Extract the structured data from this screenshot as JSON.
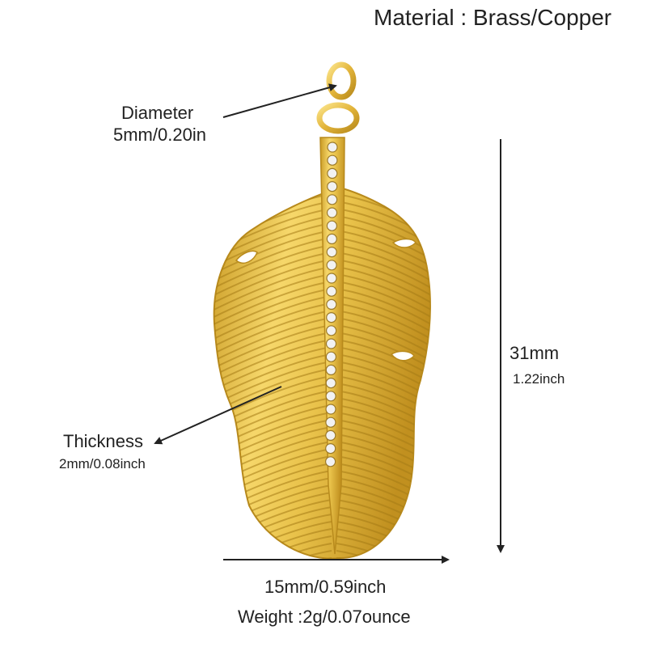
{
  "material": "Material : Brass/Copper",
  "diameter": {
    "title": "Diameter",
    "value": "5mm/0.20in"
  },
  "thickness": {
    "title": "Thickness",
    "value": "2mm/0.08inch"
  },
  "height": {
    "value": "31mm",
    "inch": "1.22inch"
  },
  "width": {
    "value": "15mm/0.59inch"
  },
  "weight": "Weight :2g/0.07ounce",
  "colors": {
    "gold_light": "#f6d76a",
    "gold_mid": "#e3b73a",
    "gold_dark": "#b88a1c",
    "text": "#222222",
    "stone": "#f2f2f2"
  },
  "product": {
    "object": "gold-leaf-feather-pendant",
    "stones": "cubic-zirconia"
  }
}
